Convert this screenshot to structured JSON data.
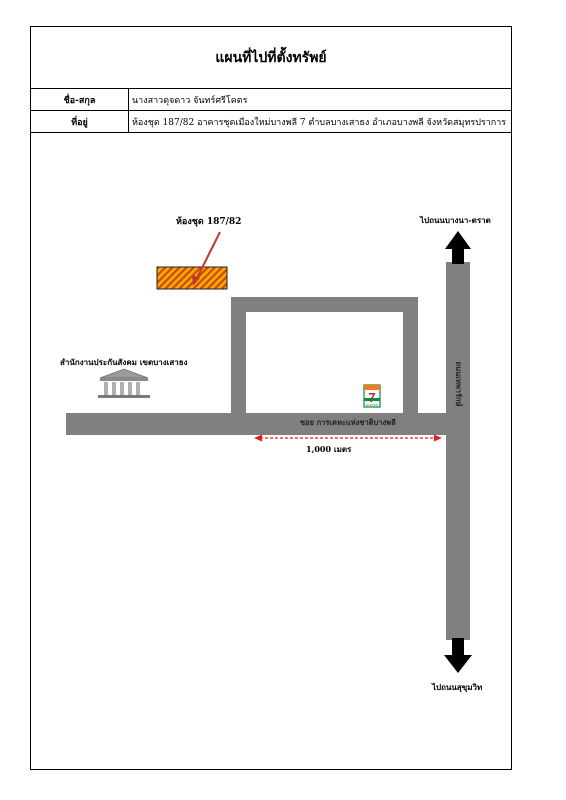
{
  "header": {
    "title": "แผนที่ไปที่ตั้งทรัพย์"
  },
  "info": {
    "name_label": "ชื่อ-สกุล",
    "name_value": "นางสาวดุจดาว จันทร์ศรีโคตร",
    "address_label": "ที่อยู่",
    "address_value": "ห้องชุด 187/82 อาคารชุดเมืองใหม่บางพลี 7 ตำบลบางเสาธง อำเภอบางพลี จังหวัดสมุทรปราการ"
  },
  "map": {
    "property_label": "ห้องชุด 187/82",
    "office_label": "สำนักงานประกันสังคม เขตบางเสาธง",
    "north_label": "ไปถนนบางนา-ตราด",
    "south_label": "ไปถนนสุขุมวิท",
    "main_road_label": "ถนนเทพารักษ์",
    "soi_label": "ซอย การเคหะแห่งชาติบางพลี",
    "distance_label": "1,000 เมตร",
    "store_logo_text": "7",
    "store_logo_subtext": "ELEVEN"
  },
  "colors": {
    "road": "#808080",
    "property_fill": "#f2a900",
    "property_hatch": "#d1401a",
    "pointer": "#c0392b",
    "distance": "#e02020",
    "arrow": "#000000"
  }
}
